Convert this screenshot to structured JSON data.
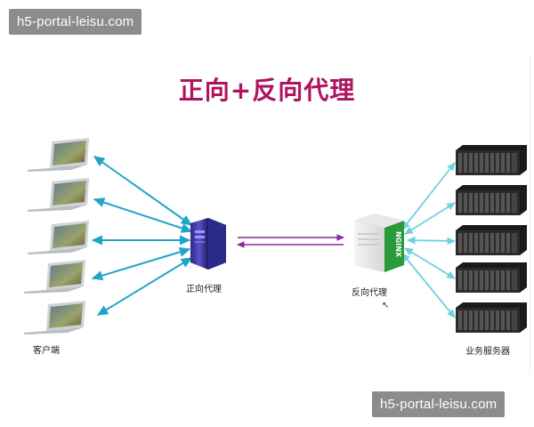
{
  "watermark": {
    "top": "h5-portal-leisu.com",
    "bottom": "h5-portal-leisu.com"
  },
  "title": "正向+反向代理",
  "labels": {
    "clients": "客户端",
    "forward_proxy": "正向代理",
    "reverse_proxy": "反向代理",
    "business_servers": "业务服务器"
  },
  "nginx_badge": "NGINX",
  "colors": {
    "title": "#b0125f",
    "forward_arrows": "#1fa6c9",
    "server_arrows": "#6fd0e0",
    "proxy_arrows": "#8a2a9a"
  },
  "icons": {
    "client": "laptop-icon",
    "forward_proxy": "purple-server-tower-icon",
    "reverse_proxy": "nginx-server-icon",
    "business_server": "rack-server-icon"
  }
}
